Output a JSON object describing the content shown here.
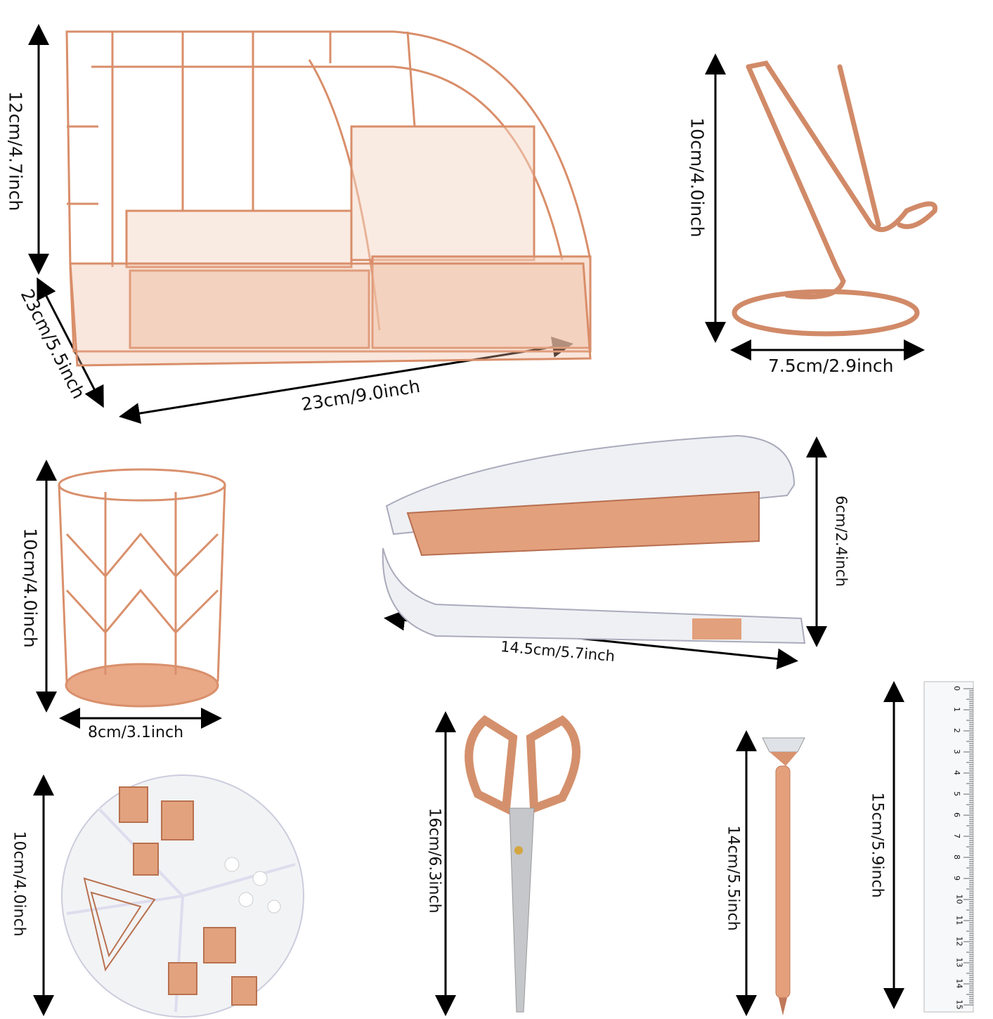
{
  "labels": {
    "organizer_height": "12cm/4.7inch",
    "organizer_depth": "23cm/5.5inch",
    "organizer_width": "23cm/9.0inch",
    "phone_stand_height": "10cm/4.0inch",
    "phone_stand_width": "7.5cm/2.9inch",
    "pen_holder_height": "10cm/4.0inch",
    "pen_holder_width": "8cm/3.1inch",
    "stapler_height": "6cm/2.4inch",
    "stapler_length": "14.5cm/5.7inch",
    "clip_box_height": "10cm/4.0inch",
    "scissors_length": "16cm/6.3inch",
    "pen_length": "14cm/5.5inch",
    "ruler_length": "15cm/5.9inch"
  },
  "ruler_ticks": [
    "0",
    "1",
    "2",
    "3",
    "4",
    "5",
    "6",
    "7",
    "8",
    "9",
    "10",
    "11",
    "12",
    "13",
    "14",
    "15"
  ],
  "colors": {
    "rose_gold": "#e8a882",
    "rose_gold_dark": "#c97b5a",
    "clear_acrylic": "#eef0f3",
    "text": "#111111"
  }
}
